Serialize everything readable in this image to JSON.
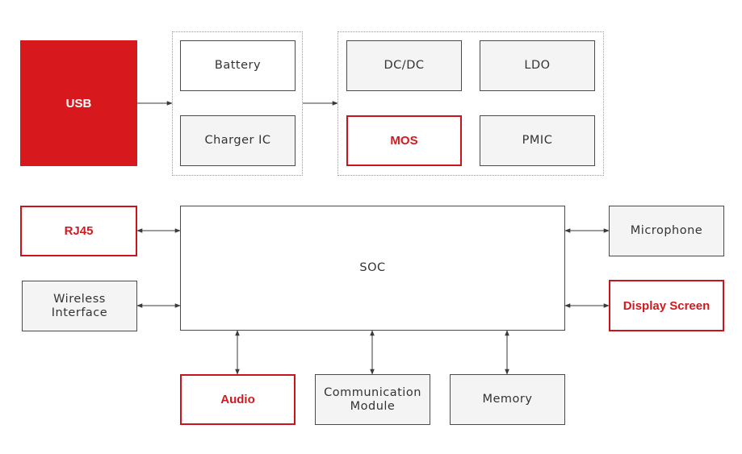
{
  "colors": {
    "accent": "#d7191e",
    "box_border": "#4a4a4a",
    "gray_fill": "#f4f4f4",
    "connector": "#3a3a3a"
  },
  "blocks": {
    "usb": "USB",
    "battery": "Battery",
    "charger_ic": "Charger IC",
    "dcdc": "DC/DC",
    "ldo": "LDO",
    "mos": "MOS",
    "pmic": "PMIC",
    "soc": "SOC",
    "rj45": "RJ45",
    "wireless": "Wireless\nInterface",
    "microphone": "Microphone",
    "display": "Display Screen",
    "audio": "Audio",
    "comm": "Communication\nModule",
    "memory": "Memory"
  }
}
